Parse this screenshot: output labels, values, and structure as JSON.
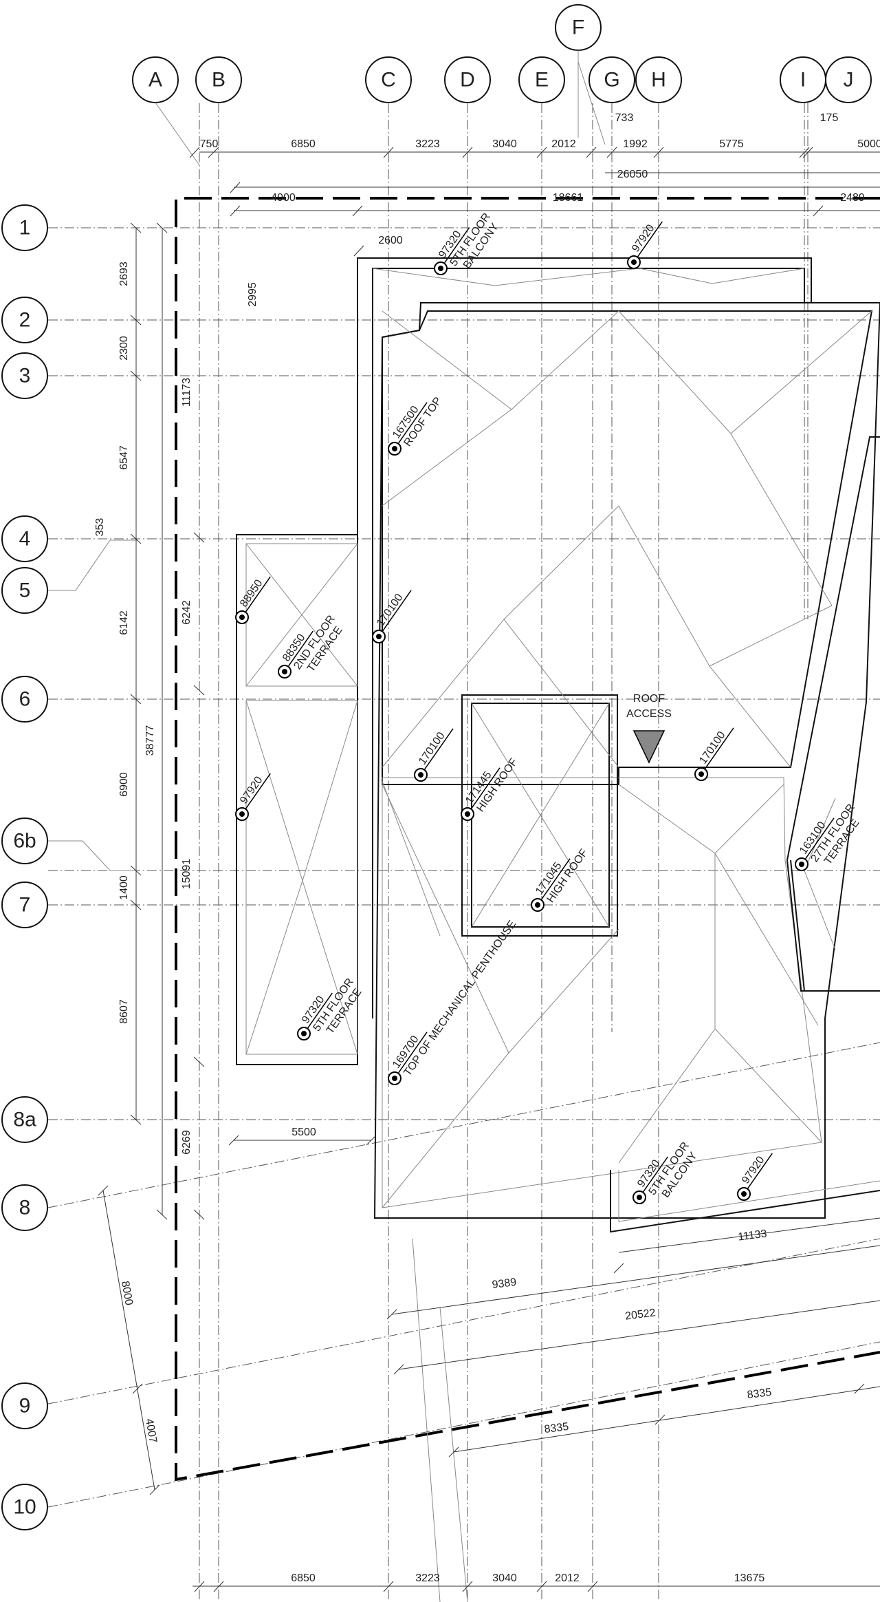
{
  "column_grid": [
    "A",
    "B",
    "C",
    "D",
    "E",
    "F",
    "G",
    "H",
    "I",
    "J"
  ],
  "row_grid": [
    "1",
    "2",
    "3",
    "4",
    "5",
    "6",
    "6b",
    "7",
    "8a",
    "8",
    "9",
    "10"
  ],
  "top_dims": [
    "750",
    "6850",
    "3223",
    "3040",
    "2012",
    "733",
    "1992",
    "5775",
    "175",
    "5000"
  ],
  "top_dims_2": [
    "26050"
  ],
  "top_dims_3": [
    "4900",
    "18661",
    "2489"
  ],
  "inner_top_dims": [
    "2600",
    "2995"
  ],
  "left_dims": [
    "2693",
    "2300",
    "6547",
    "353",
    "6142",
    "6900",
    "1400",
    "8607"
  ],
  "left_dims_2": [
    "11173",
    "6242",
    "15091",
    "6269",
    "38777"
  ],
  "slanted_left_dims": [
    "8000",
    "4007"
  ],
  "inner_dims": [
    "5500",
    "11133",
    "9389",
    "20522",
    "8335",
    "8335"
  ],
  "bottom_dims": [
    "6850",
    "3223",
    "3040",
    "2012",
    "13675"
  ],
  "roof_access": [
    "ROOF",
    "ACCESS"
  ],
  "elevations": [
    {
      "value": "97320",
      "label": [
        "5TH FLOOR",
        "BALCONY"
      ]
    },
    {
      "value": "97920",
      "label": []
    },
    {
      "value": "167500",
      "label": [
        "ROOF TOP"
      ]
    },
    {
      "value": "88950",
      "label": []
    },
    {
      "value": "88350",
      "label": [
        "2ND FLOOR",
        "TERRACE"
      ]
    },
    {
      "value": "170100",
      "label": []
    },
    {
      "value": "170100",
      "label": []
    },
    {
      "value": "170100",
      "label": []
    },
    {
      "value": "97920",
      "label": []
    },
    {
      "value": "171445",
      "label": [
        "HIGH ROOF"
      ]
    },
    {
      "value": "171045",
      "label": [
        "HIGH ROOF"
      ]
    },
    {
      "value": "163100",
      "label": [
        "27TH FLOOR",
        "TERRACE"
      ]
    },
    {
      "value": "97320",
      "label": [
        "5TH FLOOR",
        "TERRACE"
      ]
    },
    {
      "value": "169700",
      "label": [
        "TOP OF MECHANICAL PENTHOUSE"
      ]
    },
    {
      "value": "97320",
      "label": [
        "5TH FLOOR",
        "BALCONY"
      ]
    },
    {
      "value": "97920",
      "label": []
    }
  ]
}
